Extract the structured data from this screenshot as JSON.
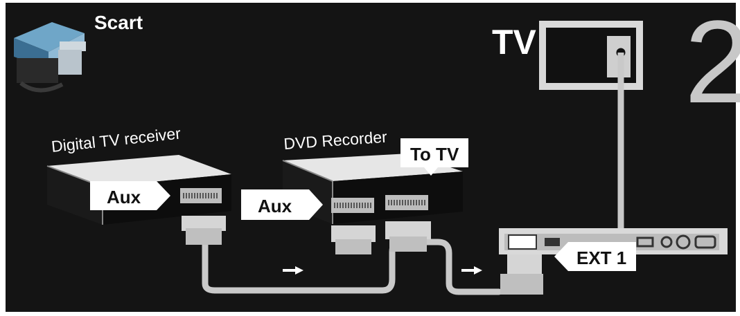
{
  "connector_type": "Scart",
  "step_number": "2",
  "tv": {
    "label": "TV"
  },
  "devices": {
    "digital_tv_receiver": {
      "title": "Digital TV receiver",
      "port_label": "Aux"
    },
    "dvd_recorder": {
      "title": "DVD Recorder",
      "input_label": "Aux",
      "output_label": "To TV"
    }
  },
  "tv_panel": {
    "port_label": "EXT 1"
  },
  "icons": {
    "scart_connector": "scart-connector-icon",
    "signal_arrow": "arrow-right-icon"
  },
  "colors": {
    "background": "#141414",
    "device_body": "#0d0d0d",
    "device_top": "#e6e6e6",
    "cable": "#c9c9c9",
    "label_bg": "#ffffff",
    "label_text": "#111111",
    "title_text": "#ffffff",
    "step_number": "#c8c8c8"
  }
}
